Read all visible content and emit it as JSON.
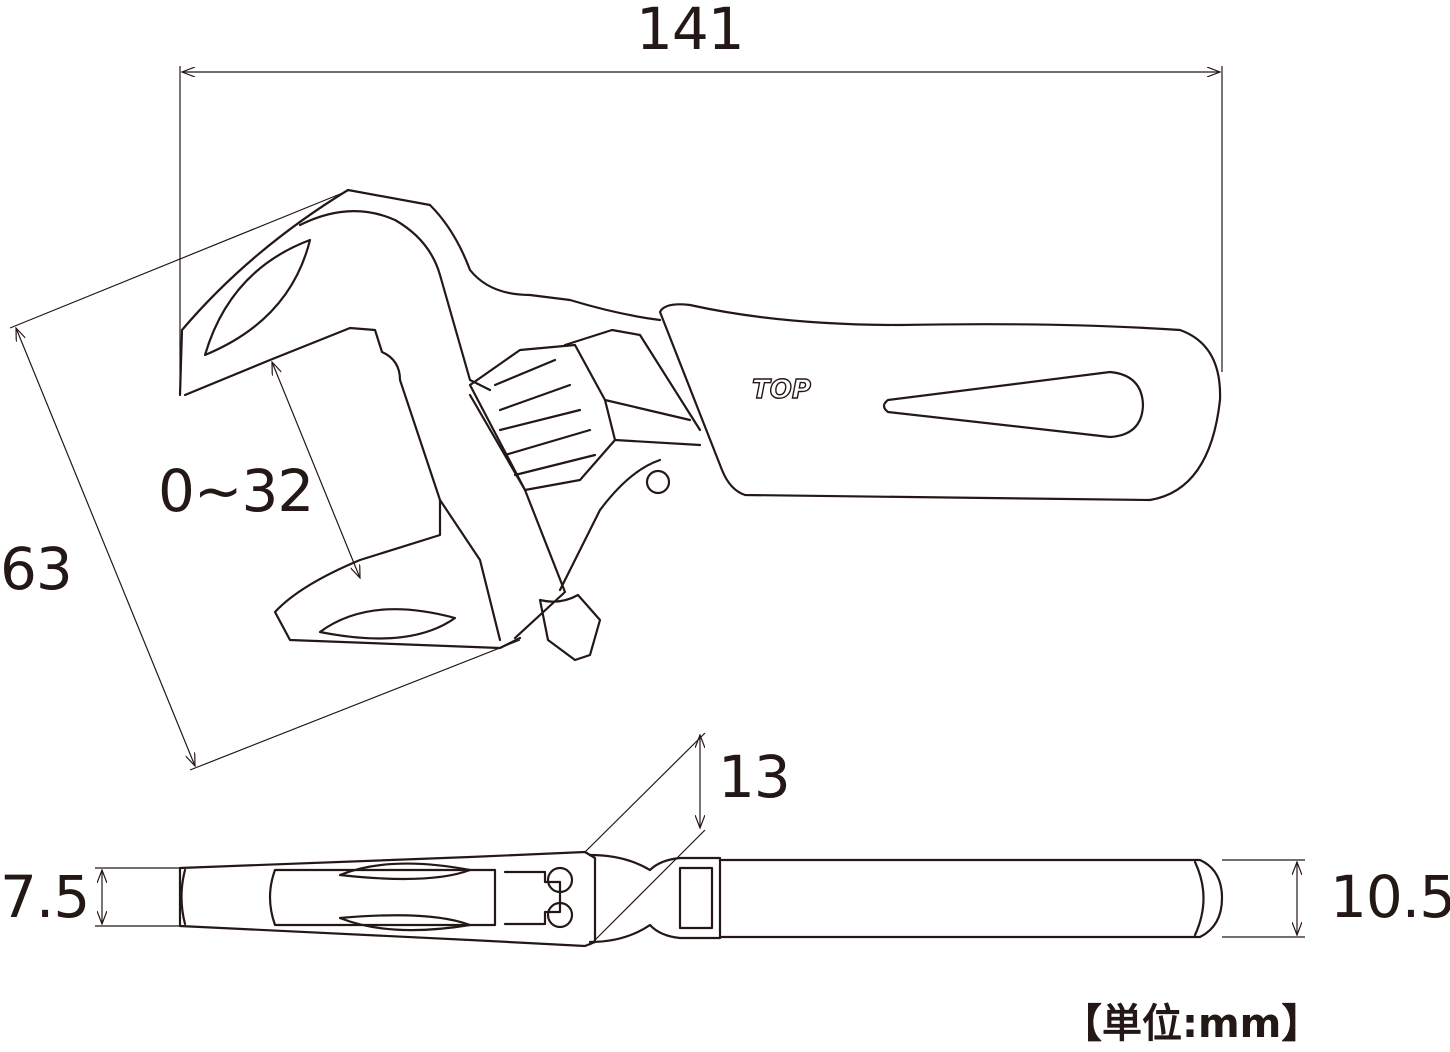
{
  "title": "Adjustable wrench dimension drawing",
  "logo": "TOP",
  "dimensions": {
    "overall_length": "141",
    "jaw_opening": "0~32",
    "head_width": "63",
    "head_thickness_angle": "13",
    "jaw_thickness": "7.5",
    "handle_thickness": "10.5"
  },
  "unit_label": "【単位:mm】",
  "colors": {
    "line": "#231815",
    "background": "#ffffff"
  }
}
